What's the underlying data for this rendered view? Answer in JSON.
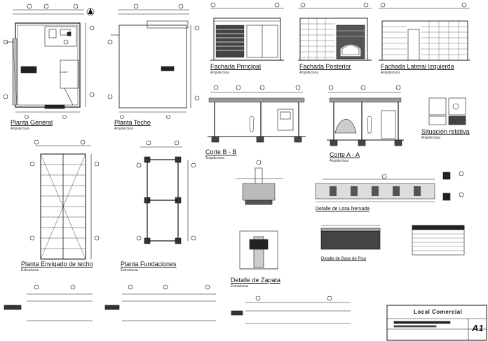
{
  "labels": {
    "planta_general": "Planta General",
    "planta_techo": "Planta Techo",
    "fachada_principal": "Fachada Principal",
    "fachada_posterior": "Fachada Posterior",
    "fachada_lateral_izquierda": "Fachada Lateral Izquierda",
    "corte_bb": "Corte  B - B",
    "corte_aa": "Corte  A - A",
    "situacion_relativa": "Situación relativa",
    "planta_envigado": "Planta Envigado de techo",
    "planta_fundaciones": "Planta Fundaciones",
    "detalle_zapata": "Detalle de Zapata",
    "detalle_losa": "Detalle de Losa Nervada",
    "detalle_base_piso": "Detalle de Base de Piso"
  },
  "disciplines": {
    "arquitectura": "Arquitectura",
    "estructuras": "Estructuras"
  },
  "room_label": "Local",
  "title_block": {
    "title": "Local Comercial",
    "sheet": "A1"
  }
}
